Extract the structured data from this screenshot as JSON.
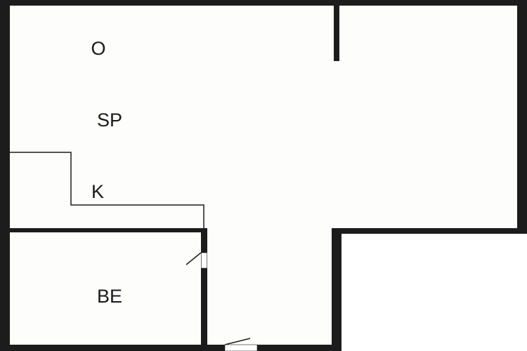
{
  "plan": {
    "rooms": [
      {
        "id": "o",
        "label": "O"
      },
      {
        "id": "sp",
        "label": "SP"
      },
      {
        "id": "k",
        "label": "K"
      },
      {
        "id": "be",
        "label": "BE"
      }
    ],
    "colors": {
      "wall": "#1c1c1c",
      "floor": "#fdfdfc",
      "background": "#ffffff"
    }
  }
}
